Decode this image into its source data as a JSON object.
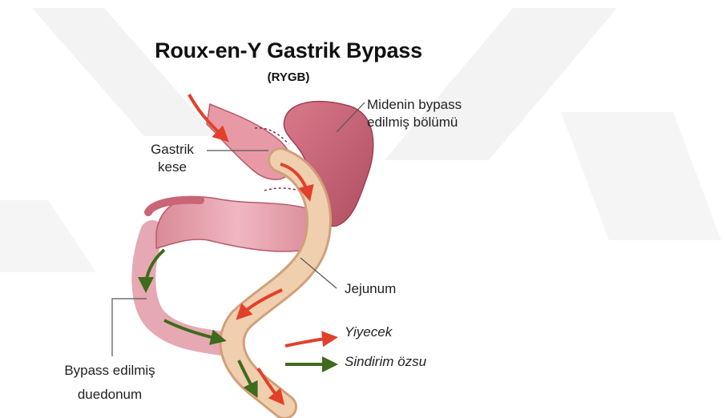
{
  "header": {
    "title": "Roux-en-Y Gastrik Bypass",
    "subtitle": "(RYGB)"
  },
  "labels": {
    "bypassed_stomach_line1": "Midenin bypass",
    "bypassed_stomach_line2": "edilmiş bölümü",
    "gastric_pouch_line1": "Gastrik",
    "gastric_pouch_line2": "kese",
    "jejunum": "Jejunum",
    "bypassed_duodenum_line1": "Bypass edilmiş",
    "bypassed_duodenum_line2": "duedonum"
  },
  "legend": {
    "food": "Yiyecek",
    "digestive_juice": "Sindirim özsu"
  },
  "colors": {
    "stomach": "#c96577",
    "stomach_dark": "#9e3f52",
    "jejunum": "#f0cfae",
    "jejunum_edge": "#d1a07a",
    "duodenum": "#e6a9b3",
    "food_arrow": "#e2402a",
    "juice_arrow": "#3f6b1c",
    "watermark": "#f0f0f0"
  }
}
